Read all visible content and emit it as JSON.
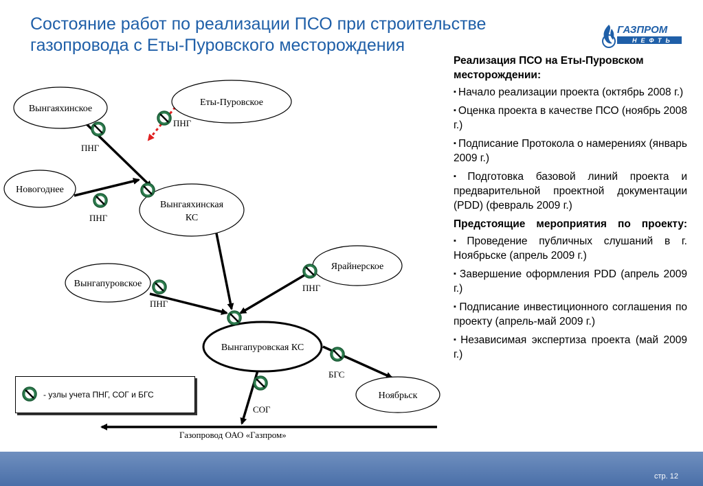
{
  "title": "Состояние работ по реализации ПСО при строительстве газопровода с Еты-Пуровского месторождения",
  "logo": {
    "text_top": "ГАЗПРОМ",
    "text_bottom": "НЕФТЬ",
    "color": "#1f5fa8"
  },
  "diagram": {
    "nodes": {
      "vyngayakhinskoe": "Вынгаяхинское",
      "ety_purovskoe": "Еты-Пуровское",
      "novogodnee": "Новогоднее",
      "vyngayakhinskaya_ks_1": "Вынгаяхинская",
      "vyngayakhinskaya_ks_2": "КС",
      "vyngapurovskoe": "Вынгапуровское",
      "yarayinerskoe": "Ярайнерское",
      "vyngapurovskaya_ks": "Вынгапуровская КС",
      "noyabrsk": "Ноябрьск"
    },
    "labels": {
      "png_1": "ПНГ",
      "png_2": "ПНГ",
      "png_3": "ПНГ",
      "png_4": "ПНГ",
      "png_5": "ПНГ",
      "bgs": "БГС",
      "sog": "СОГ",
      "pipeline": "Газопровод ОАО «Газпром»"
    }
  },
  "legend": {
    "text": "- узлы учета ПНГ, СОГ и БГС",
    "icon": "metering-node-icon"
  },
  "panel": {
    "heading1": "Реализация ПСО на Еты-Пуровском месторождении:",
    "items1": [
      "Начало реализации проекта (октябрь 2008 г.)",
      "Оценка проекта в качестве ПСО (ноябрь 2008 г.)",
      "Подписание Протокола о намерениях (январь 2009 г.)",
      "Подготовка базовой линий проекта и предварительной проектной документации (PDD) (февраль 2009 г.)"
    ],
    "heading2": "Предстоящие мероприятия по проекту:",
    "items2": [
      "Проведение публичных слушаний в г. Ноябрьске (апрель 2009 г.)",
      "Завершение оформления PDD (апрель 2009 г.)",
      "Подписание инвестиционного соглашения по проекту (апрель-май 2009 г.)",
      "Независимая экспертиза проекта (май 2009 г.)"
    ],
    "bullet": "▪"
  },
  "footer": {
    "page": "стр. 12"
  },
  "colors": {
    "title": "#1f5fa8",
    "meter_green": "#2e7d4f",
    "dashed_arrow": "#e02020",
    "footer": "#5b7fb5"
  }
}
